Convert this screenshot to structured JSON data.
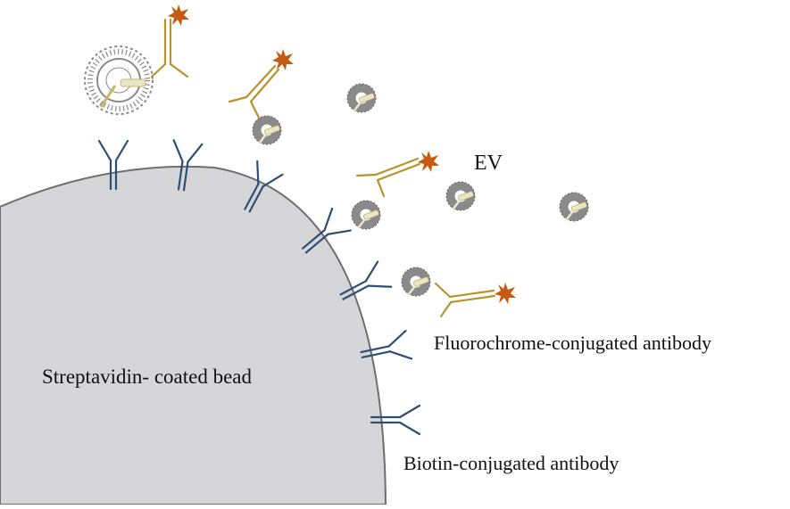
{
  "labels": {
    "bead": "Streptavidin- coated bead",
    "ev": "EV",
    "fluorochrome_antibody": "Fluorochrome-conjugated antibody",
    "biotin_antibody": "Biotin-conjugated antibody"
  },
  "colors": {
    "bead_fill": "#d6d6d8",
    "bead_stroke": "#6e6e6e",
    "biotin_antibody": "#2f4e73",
    "fluorochrome_antibody": "#b8922a",
    "fluorochrome": "#c55a11",
    "ev_gray": "#8a8a8a",
    "ev_light": "#e9e6c9"
  }
}
